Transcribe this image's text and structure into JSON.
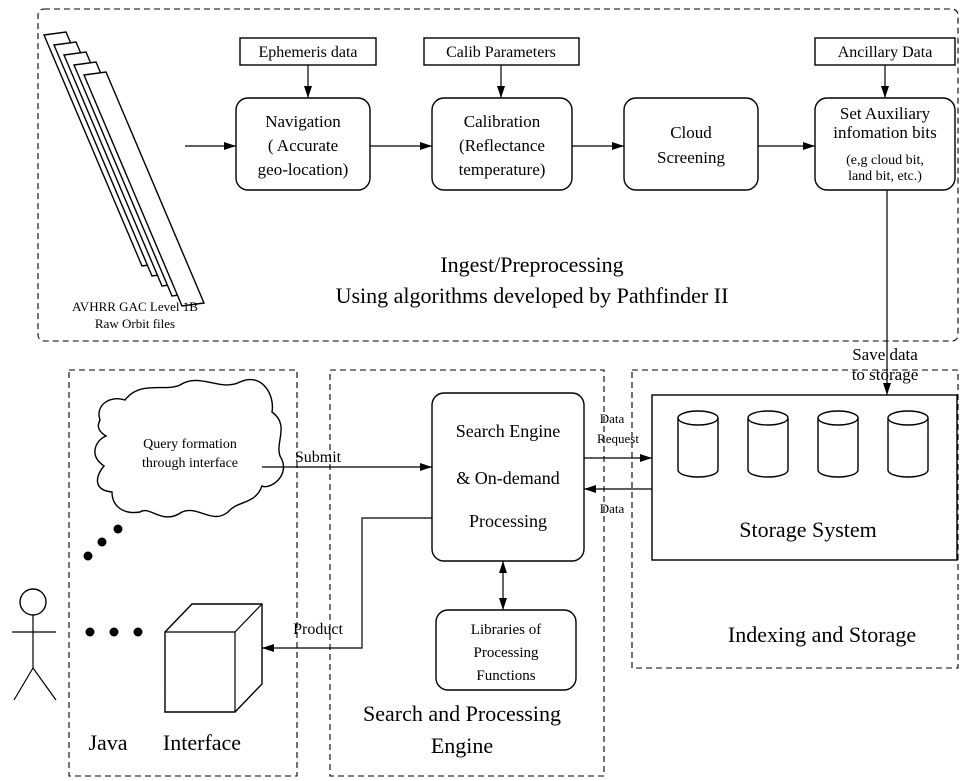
{
  "inputs": {
    "ephemeris": "Ephemeris data",
    "calib": "Calib Parameters",
    "ancillary": "Ancillary Data"
  },
  "raw_files": {
    "line1": "AVHRR GAC Level 1B",
    "line2": "Raw Orbit files"
  },
  "processes": {
    "navigation": [
      "Navigation",
      "( Accurate",
      "geo-location)"
    ],
    "calibration": [
      "Calibration",
      "(Reflectance",
      "temperature)"
    ],
    "cloud": [
      "Cloud",
      "Screening"
    ],
    "aux_title": [
      "Set Auxiliary",
      "infomation bits"
    ],
    "aux_detail": [
      "(e,g cloud bit,",
      "land bit, etc.)"
    ]
  },
  "ingest": {
    "line1": "Ingest/Preprocessing",
    "line2": "Using algorithms developed by Pathfinder II"
  },
  "save": {
    "line1": "Save data",
    "line2": "to storage"
  },
  "query": {
    "line1": "Query formation",
    "line2": "through interface"
  },
  "arrows": {
    "submit": "Submit",
    "product": "Product",
    "data_request_1": "Data",
    "data_request_2": "Request",
    "data": "Data"
  },
  "search_engine": [
    "Search Engine",
    "& On-demand",
    "Processing"
  ],
  "libraries": [
    "Libraries of",
    "Processing",
    "Functions"
  ],
  "storage_system": "Storage System",
  "indexing": "Indexing and Storage",
  "search_processing": {
    "line1": "Search and Processing",
    "line2": "Engine"
  },
  "java": {
    "line1": "Java",
    "line2": "Interface"
  }
}
